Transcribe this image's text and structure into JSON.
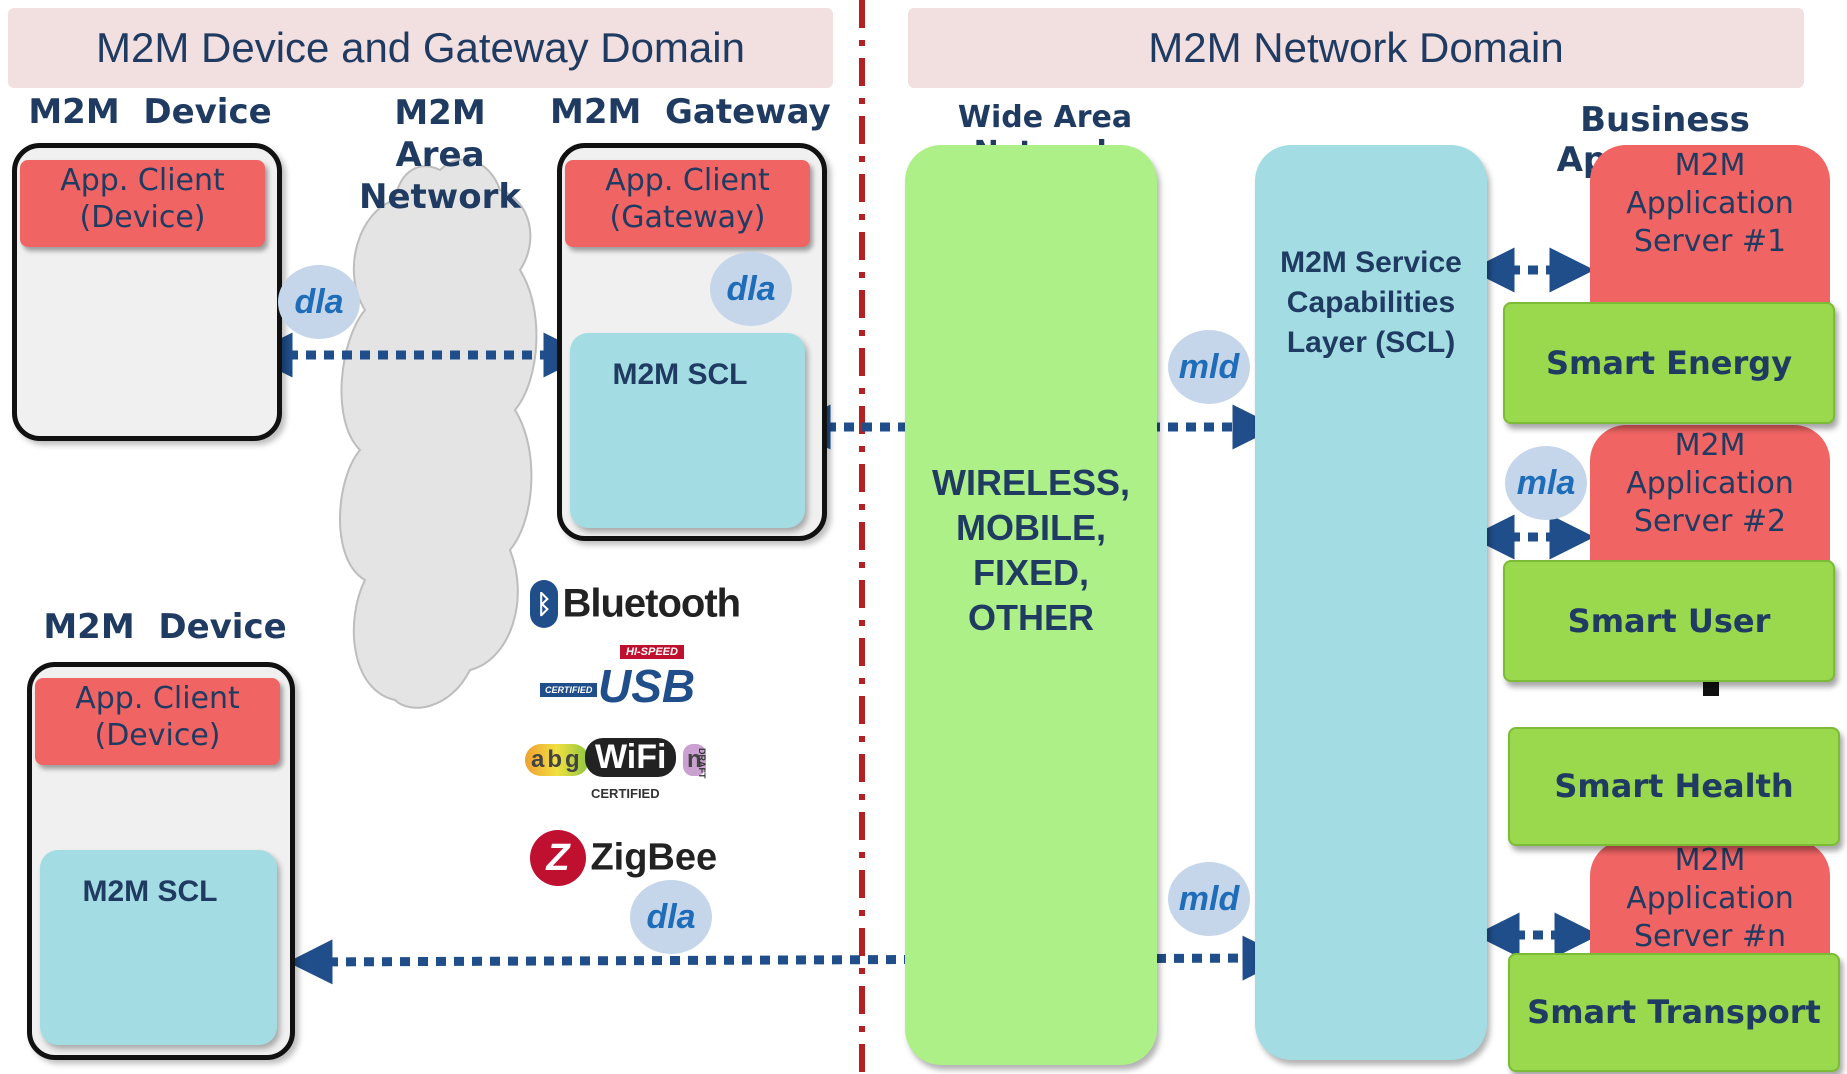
{
  "domains": {
    "device_gateway": "M2M Device and Gateway Domain",
    "network": "M2M Network Domain"
  },
  "headers": {
    "m2m_device_top": "M2M  Device",
    "area_network": "M2M Area Network",
    "gateway": "M2M  Gateway",
    "wan": "Wide Area Network",
    "business": "Business Application",
    "m2m_device_bottom": "M2M  Device"
  },
  "device_top": {
    "app_client": "App. Client (Device)"
  },
  "gateway_box": {
    "app_client": "App. Client (Gateway)",
    "scl": "M2M SCL"
  },
  "device_bottom": {
    "app_client": "App. Client (Device)",
    "scl": "M2M SCL"
  },
  "interfaces": {
    "dla_left": "dla",
    "dla_gateway": "dla",
    "dla_bottom": "dla",
    "mld_top": "mld",
    "mld_bottom": "mld",
    "mla": "mla"
  },
  "wan_text": "WIRELESS, MOBILE, FIXED, OTHER",
  "scl_layer": "M2M Service Capabilities Layer (SCL)",
  "logos": {
    "bluetooth": "Bluetooth",
    "usb_hispeed": "HI-SPEED",
    "usb_certified": "CERTIFIED",
    "usb": "USB",
    "wifi_letters": "abg",
    "wifi": "WiFi",
    "wifi_n": "n",
    "wifi_draft": "DRAFT",
    "wifi_certified": "CERTIFIED",
    "zigbee": "ZigBee"
  },
  "servers": [
    {
      "label": "M2M Application Server #1"
    },
    {
      "label": "M2M Application Server #2"
    },
    {
      "label": "M2M Application Server #n"
    }
  ],
  "applications": {
    "energy": "Smart Energy",
    "user": "Smart User",
    "health": "Smart Health",
    "transport": "Smart Transport"
  },
  "colors": {
    "banner": "#f2dfe0",
    "red": "#f06464",
    "scl": "#a3dde3",
    "wan": "#aef088",
    "green": "#9ad84e",
    "arrow": "#1f4e8a",
    "divider": "#b22222"
  }
}
